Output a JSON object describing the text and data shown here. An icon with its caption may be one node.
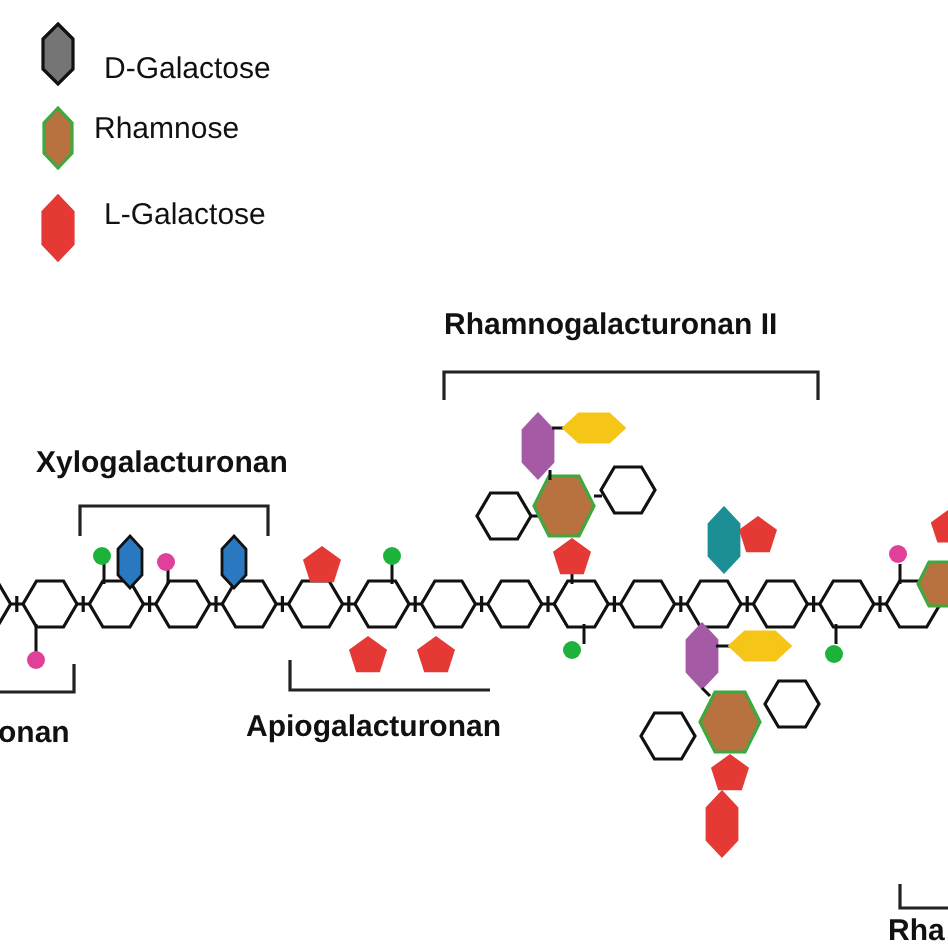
{
  "diagram": {
    "labels": [
      "Rhamnogalacturonan II",
      "Xylogalacturonan",
      "onan",
      "Apiogalacturonan",
      "Rha"
    ],
    "legend": [
      {
        "text": "D-Galactose",
        "color": "#757575"
      },
      {
        "text": "Rhamnose",
        "color": "#b8723f"
      },
      {
        "text": "L-Galactose",
        "color": "#e53935"
      }
    ]
  }
}
